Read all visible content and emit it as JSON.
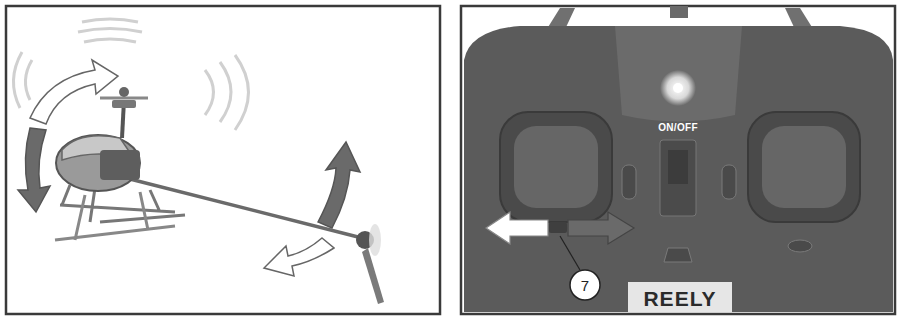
{
  "diagram": {
    "labels": [
      "ON/OFF",
      "7",
      "REELY"
    ]
  }
}
